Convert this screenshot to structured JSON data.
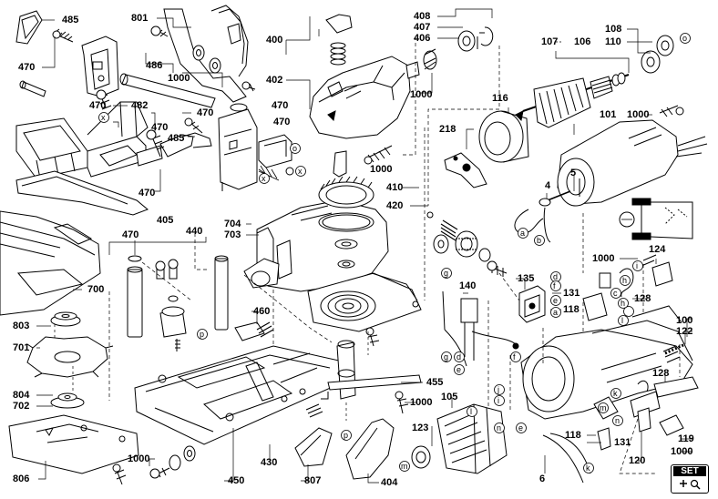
{
  "labels": [
    "485",
    "801",
    "470",
    "486",
    "1000",
    "470",
    "482",
    "470",
    "470",
    "485",
    "470",
    "470",
    "470",
    "405",
    "400",
    "402",
    "1000",
    "408",
    "407",
    "406",
    "1000",
    "108",
    "110",
    "107",
    "106",
    "116",
    "1000",
    "101",
    "218",
    "410",
    "5",
    "4",
    "704",
    "703",
    "440",
    "470",
    "420",
    "700",
    "803",
    "701",
    "804",
    "702",
    "806",
    "1000",
    "450",
    "807",
    "430",
    "460",
    "404",
    "455",
    "1000",
    "140",
    "135",
    "131",
    "118",
    "1000",
    "124",
    "128",
    "100",
    "122",
    "123",
    "105",
    "128",
    "118",
    "131",
    "120",
    "119",
    "1000",
    "6"
  ],
  "letters": [
    "x",
    "x",
    "x",
    "o",
    "o",
    "p",
    "p",
    "a",
    "b",
    "d",
    "f",
    "e",
    "a",
    "g",
    "g",
    "h",
    "i",
    "c",
    "d",
    "e",
    "f",
    "h",
    "l",
    "m",
    "n",
    "k",
    "k",
    "j",
    "i",
    "e",
    "n",
    "l",
    "m",
    "o"
  ],
  "set_badge": "SET"
}
